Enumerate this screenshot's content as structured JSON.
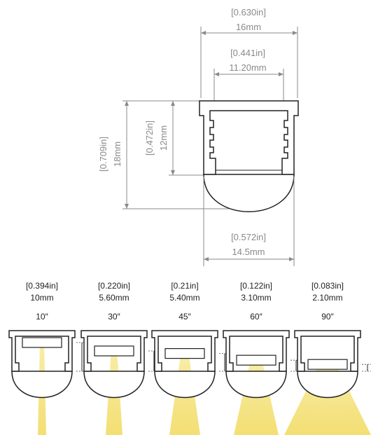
{
  "main_profile": {
    "width_outer": {
      "in": "[0.630in]",
      "mm": "16mm"
    },
    "width_inner": {
      "in": "[0.441in]",
      "mm": "11.20mm"
    },
    "height_total": {
      "in": "[0.709in]",
      "mm": "18mm"
    },
    "height_channel": {
      "in": "[0.472in]",
      "mm": "12mm"
    },
    "width_diffuser": {
      "in": "[0.572in]",
      "mm": "14.5mm"
    }
  },
  "variants": [
    {
      "in": "[0.394in]",
      "mm": "10mm",
      "angle": "10″"
    },
    {
      "in": "[0.220in]",
      "mm": "5.60mm",
      "angle": "30″"
    },
    {
      "in": "[0.21in]",
      "mm": "5.40mm",
      "angle": "45″"
    },
    {
      "in": "[0.122in]",
      "mm": "3.10mm",
      "angle": "60″"
    },
    {
      "in": "[0.083in]",
      "mm": "2.10mm",
      "angle": "90″"
    }
  ],
  "colors": {
    "line": "#222222",
    "dimension": "#8a8a8a",
    "beam": "#f4e27a"
  }
}
